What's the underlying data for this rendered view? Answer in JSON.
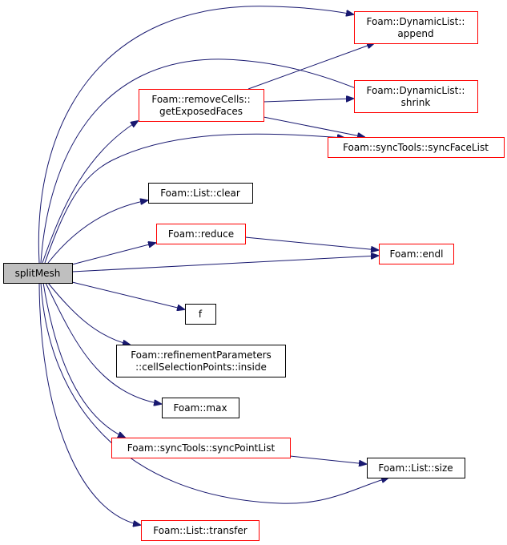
{
  "graph": {
    "root": "splitMesh",
    "nodes": {
      "append": [
        "Foam::DynamicList::",
        "append"
      ],
      "shrink": [
        "Foam::DynamicList::",
        "shrink"
      ],
      "getExposedFaces": [
        "Foam::removeCells::",
        "getExposedFaces"
      ],
      "syncFaceList": "Foam::syncTools::syncFaceList",
      "clear": "Foam::List::clear",
      "reduce": "Foam::reduce",
      "endl": "Foam::endl",
      "f": "f",
      "inside": [
        "Foam::refinementParameters",
        "::cellSelectionPoints::inside"
      ],
      "max": "Foam::max",
      "syncPointList": "Foam::syncTools::syncPointList",
      "size": "Foam::List::size",
      "transfer": "Foam::List::transfer"
    },
    "colors": {
      "edge": "#191970",
      "documented_border": "#ff0000",
      "undocumented_border": "#000000",
      "root_fill": "#bfbfbf"
    }
  }
}
